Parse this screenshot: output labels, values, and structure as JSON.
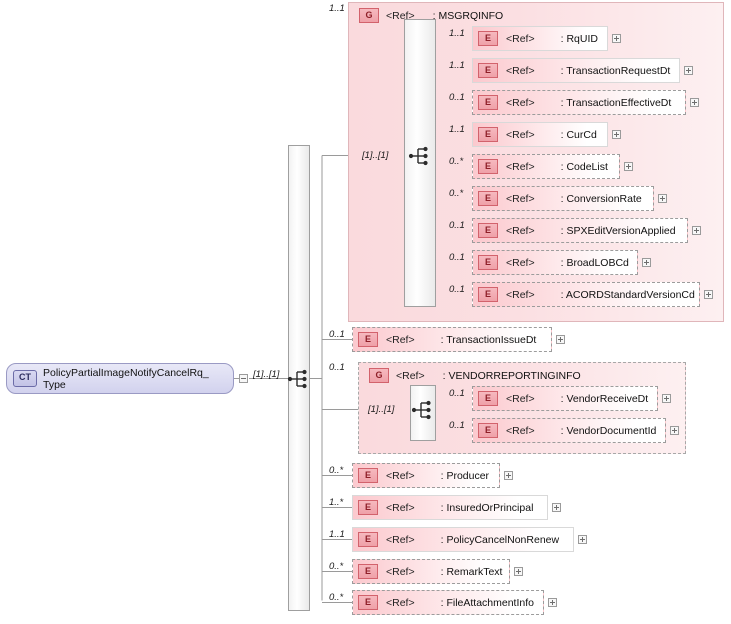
{
  "diagram": {
    "kind": "xsd-schema-diagram",
    "root": {
      "badge": "CT",
      "name": "PolicyPartialImageNotifyCancelRq_\nType",
      "toggle": "minus",
      "occurrence": "[1]..[1]"
    },
    "root_sequence": {
      "icon": "sequence-icon",
      "occurrence": "[1]..[1]"
    },
    "children": [
      {
        "type": "group",
        "badge": "G",
        "ref": "<Ref>",
        "name": ": MSGRQINFO",
        "occurrence": "1..1",
        "border": "solid",
        "inner_sequence_occurrence": "[1]..[1]",
        "members": [
          {
            "badge": "E",
            "ref": "<Ref>",
            "name": ": RqUID",
            "occurrence": "1..1",
            "border": "solid",
            "toggle": "plus"
          },
          {
            "badge": "E",
            "ref": "<Ref>",
            "name": ": TransactionRequestDt",
            "occurrence": "1..1",
            "border": "solid",
            "toggle": "plus"
          },
          {
            "badge": "E",
            "ref": "<Ref>",
            "name": ": TransactionEffectiveDt",
            "occurrence": "0..1",
            "border": "dashed",
            "toggle": "plus"
          },
          {
            "badge": "E",
            "ref": "<Ref>",
            "name": ": CurCd",
            "occurrence": "1..1",
            "border": "solid",
            "toggle": "plus"
          },
          {
            "badge": "E",
            "ref": "<Ref>",
            "name": ": CodeList",
            "occurrence": "0..*",
            "border": "dashed",
            "toggle": "plus"
          },
          {
            "badge": "E",
            "ref": "<Ref>",
            "name": ": ConversionRate",
            "occurrence": "0..*",
            "border": "dashed",
            "toggle": "plus"
          },
          {
            "badge": "E",
            "ref": "<Ref>",
            "name": ": SPXEditVersionApplied",
            "occurrence": "0..1",
            "border": "dashed",
            "toggle": "plus"
          },
          {
            "badge": "E",
            "ref": "<Ref>",
            "name": ": BroadLOBCd",
            "occurrence": "0..1",
            "border": "dashed",
            "toggle": "plus"
          },
          {
            "badge": "E",
            "ref": "<Ref>",
            "name": ": ACORDStandardVersionCd",
            "occurrence": "0..1",
            "border": "dashed",
            "toggle": "plus"
          }
        ]
      },
      {
        "type": "element",
        "badge": "E",
        "ref": "<Ref>",
        "name": ": TransactionIssueDt",
        "occurrence": "0..1",
        "border": "dashed",
        "toggle": "plus"
      },
      {
        "type": "group",
        "badge": "G",
        "ref": "<Ref>",
        "name": ": VENDORREPORTINGINFO",
        "occurrence": "0..1",
        "border": "dashed",
        "inner_sequence_occurrence": "[1]..[1]",
        "members": [
          {
            "badge": "E",
            "ref": "<Ref>",
            "name": ": VendorReceiveDt",
            "occurrence": "0..1",
            "border": "dashed",
            "toggle": "plus"
          },
          {
            "badge": "E",
            "ref": "<Ref>",
            "name": ": VendorDocumentId",
            "occurrence": "0..1",
            "border": "dashed",
            "toggle": "plus"
          }
        ]
      },
      {
        "type": "element",
        "badge": "E",
        "ref": "<Ref>",
        "name": ": Producer",
        "occurrence": "0..*",
        "border": "dashed",
        "toggle": "plus"
      },
      {
        "type": "element",
        "badge": "E",
        "ref": "<Ref>",
        "name": ": InsuredOrPrincipal",
        "occurrence": "1..*",
        "border": "solid",
        "toggle": "plus"
      },
      {
        "type": "element",
        "badge": "E",
        "ref": "<Ref>",
        "name": ": PolicyCancelNonRenew",
        "occurrence": "1..1",
        "border": "solid",
        "toggle": "plus"
      },
      {
        "type": "element",
        "badge": "E",
        "ref": "<Ref>",
        "name": ": RemarkText",
        "occurrence": "0..*",
        "border": "dashed",
        "toggle": "plus"
      },
      {
        "type": "element",
        "badge": "E",
        "ref": "<Ref>",
        "name": ": FileAttachmentInfo",
        "occurrence": "0..*",
        "border": "dashed",
        "toggle": "plus"
      }
    ]
  },
  "colors": {
    "element_fill_left": "#fbc9ce",
    "element_fill_right": "#ffffff",
    "group_fill": "#fadadd",
    "badge_border": "#d2626c",
    "badge_text": "#8e1f28",
    "ct_fill": "#dcdcf2",
    "ct_border": "#9a9ac4",
    "line": "#9a9a9a"
  }
}
